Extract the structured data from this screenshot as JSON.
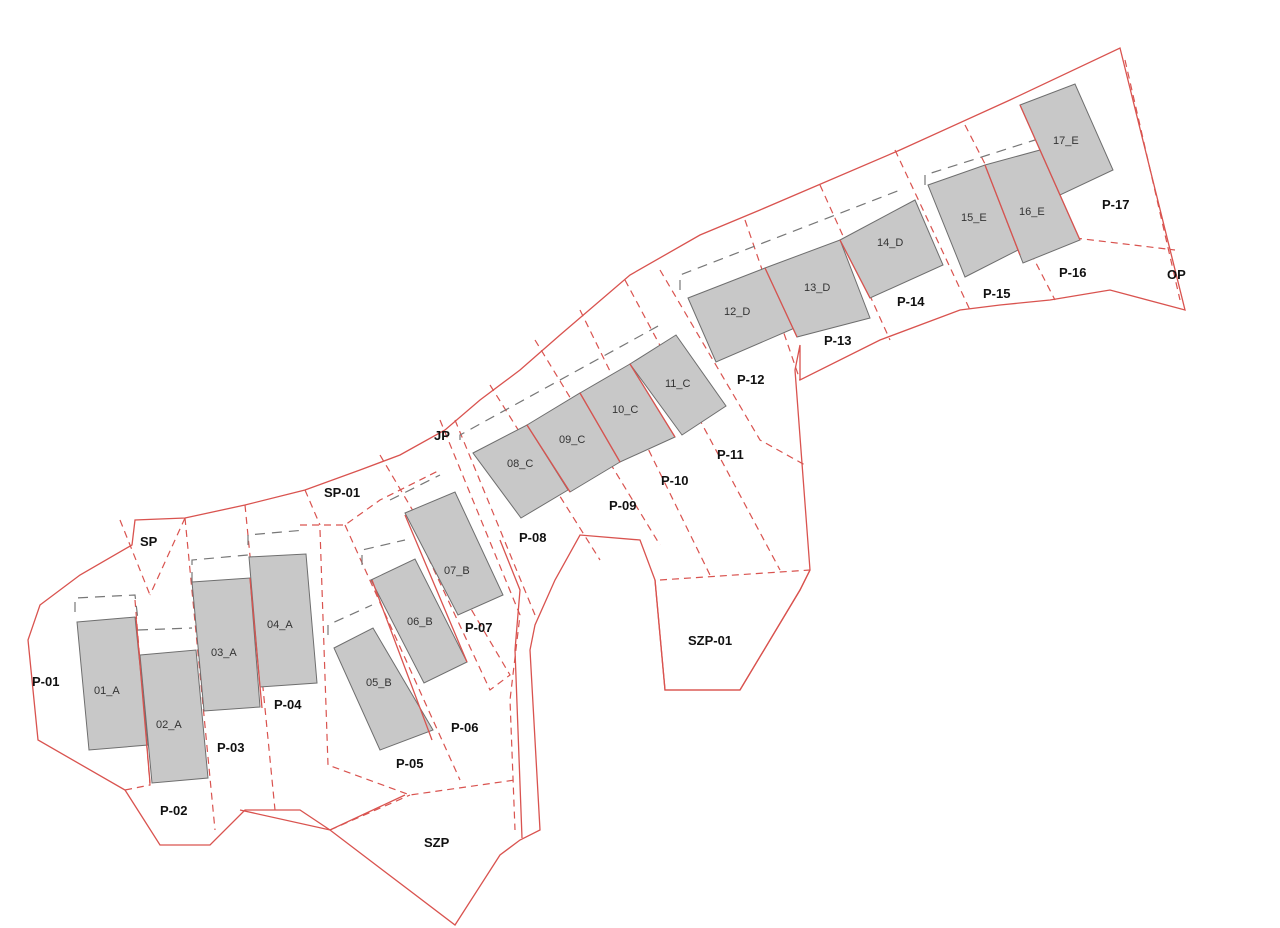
{
  "map": {
    "type": "site-plan",
    "colors": {
      "boundary": "#d9534f",
      "building_fill": "#c8c8c8",
      "setback": "#777777"
    },
    "buildings": [
      {
        "id": "01_A"
      },
      {
        "id": "02_A"
      },
      {
        "id": "03_A"
      },
      {
        "id": "04_A"
      },
      {
        "id": "05_B"
      },
      {
        "id": "06_B"
      },
      {
        "id": "07_B"
      },
      {
        "id": "08_C"
      },
      {
        "id": "09_C"
      },
      {
        "id": "10_C"
      },
      {
        "id": "11_C"
      },
      {
        "id": "12_D"
      },
      {
        "id": "13_D"
      },
      {
        "id": "14_D"
      },
      {
        "id": "15_E"
      },
      {
        "id": "16_E"
      },
      {
        "id": "17_E"
      }
    ],
    "plots": [
      {
        "id": "P-01"
      },
      {
        "id": "P-02"
      },
      {
        "id": "P-03"
      },
      {
        "id": "P-04"
      },
      {
        "id": "P-05"
      },
      {
        "id": "P-06"
      },
      {
        "id": "P-07"
      },
      {
        "id": "P-08"
      },
      {
        "id": "P-09"
      },
      {
        "id": "P-10"
      },
      {
        "id": "P-11"
      },
      {
        "id": "P-12"
      },
      {
        "id": "P-13"
      },
      {
        "id": "P-14"
      },
      {
        "id": "P-15"
      },
      {
        "id": "P-16"
      },
      {
        "id": "P-17"
      }
    ],
    "areas": {
      "sp": "SP",
      "sp01": "SP-01",
      "jp": "JP",
      "szp": "SZP",
      "szp01": "SZP-01",
      "op": "OP"
    }
  }
}
